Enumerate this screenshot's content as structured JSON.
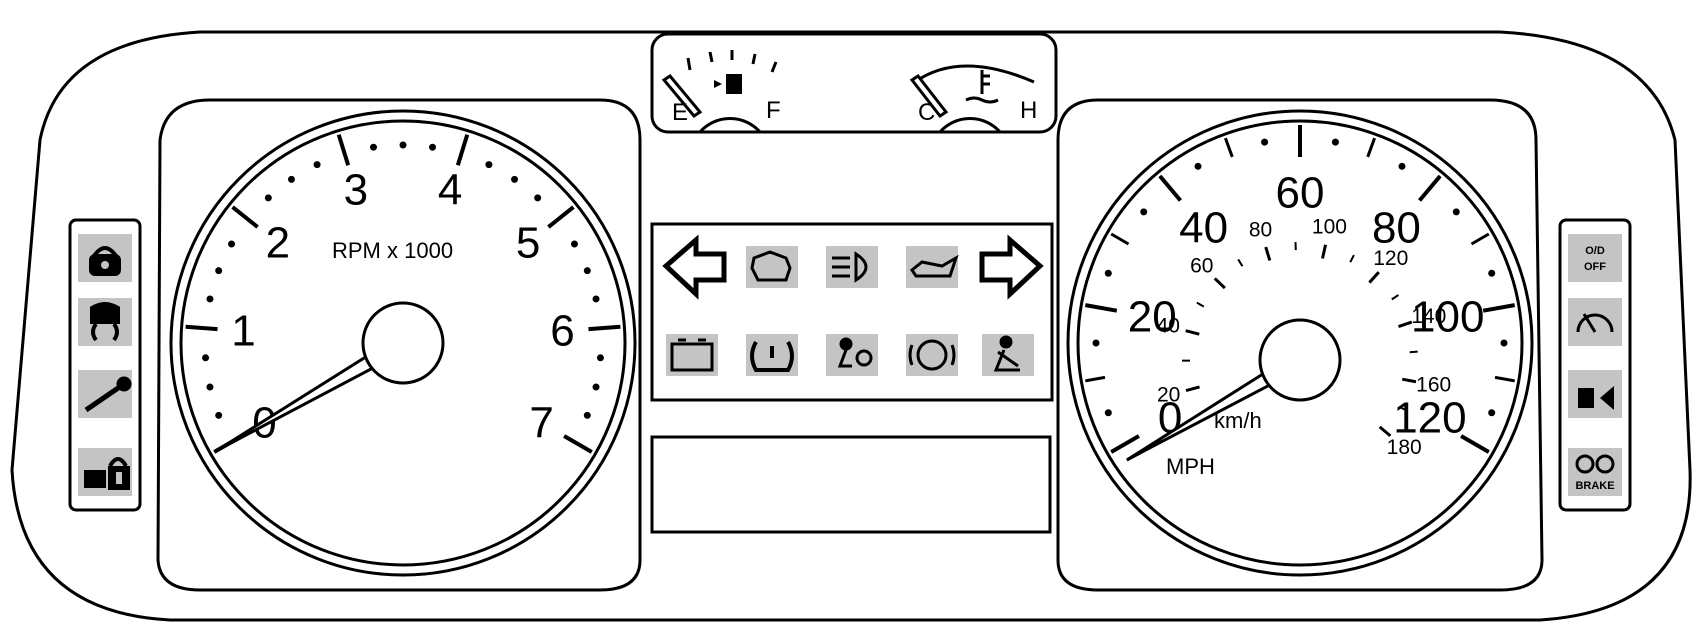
{
  "tachometer": {
    "label": "RPM x 1000",
    "tick_labels": [
      "0",
      "1",
      "2",
      "3",
      "4",
      "5",
      "6",
      "7"
    ],
    "needle_value": 0
  },
  "speedometer": {
    "mph_labels": [
      "0",
      "20",
      "40",
      "60",
      "80",
      "100",
      "120"
    ],
    "kmh_labels": [
      "20",
      "40",
      "60",
      "80",
      "100",
      "120",
      "140",
      "160",
      "180"
    ],
    "unit_mph": "MPH",
    "unit_kmh": "km/h",
    "needle_value": 0
  },
  "fuel_gauge": {
    "empty_label": "E",
    "full_label": "F"
  },
  "temp_gauge": {
    "cold_label": "C",
    "hot_label": "H"
  },
  "left_indicators": [
    "security-icon",
    "traction-off-icon",
    "service-wrench-icon",
    "door-ajar-lock-icon"
  ],
  "right_indicators": {
    "overdrive_off_line1": "O/D",
    "overdrive_off_line2": "OFF",
    "brake_label": "BRAKE"
  },
  "center_indicators": [
    "left-turn-arrow-icon",
    "check-engine-icon",
    "high-beam-icon",
    "oil-pressure-icon",
    "right-turn-arrow-icon",
    "battery-icon",
    "tire-pressure-icon",
    "airbag-icon",
    "abs-icon",
    "seatbelt-icon"
  ],
  "colors": {
    "outline": "#000000",
    "indicator_bg": "#c4c4c4",
    "background": "#ffffff"
  }
}
